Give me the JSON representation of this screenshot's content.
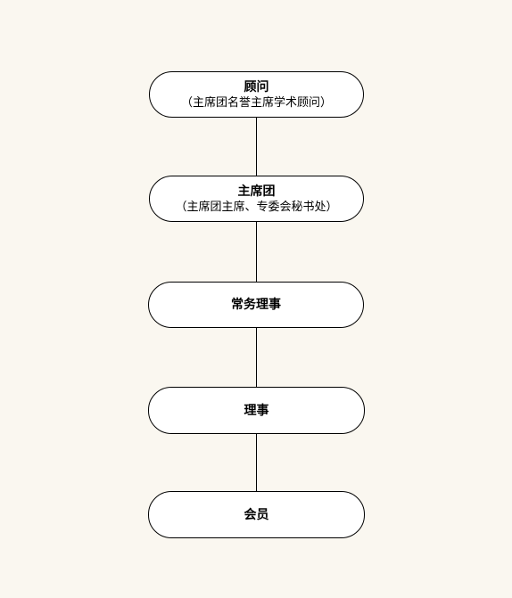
{
  "diagram": {
    "nodes": [
      {
        "id": "advisor",
        "title": "顾问",
        "subtitle": "（主席团名誉主席学术顾问）"
      },
      {
        "id": "presidium",
        "title": "主席团",
        "subtitle": "（主席团主席、专委会秘书处）"
      },
      {
        "id": "standing-council",
        "title": "常务理事",
        "subtitle": ""
      },
      {
        "id": "council",
        "title": "理事",
        "subtitle": ""
      },
      {
        "id": "member",
        "title": "会员",
        "subtitle": ""
      }
    ],
    "edges": [
      {
        "from": "advisor",
        "to": "presidium"
      },
      {
        "from": "presidium",
        "to": "standing-council"
      },
      {
        "from": "standing-council",
        "to": "council"
      },
      {
        "from": "council",
        "to": "member"
      }
    ],
    "colors": {
      "background": "#faf7f0",
      "node_fill": "#ffffff",
      "node_border": "#000000",
      "line": "#000000"
    }
  }
}
